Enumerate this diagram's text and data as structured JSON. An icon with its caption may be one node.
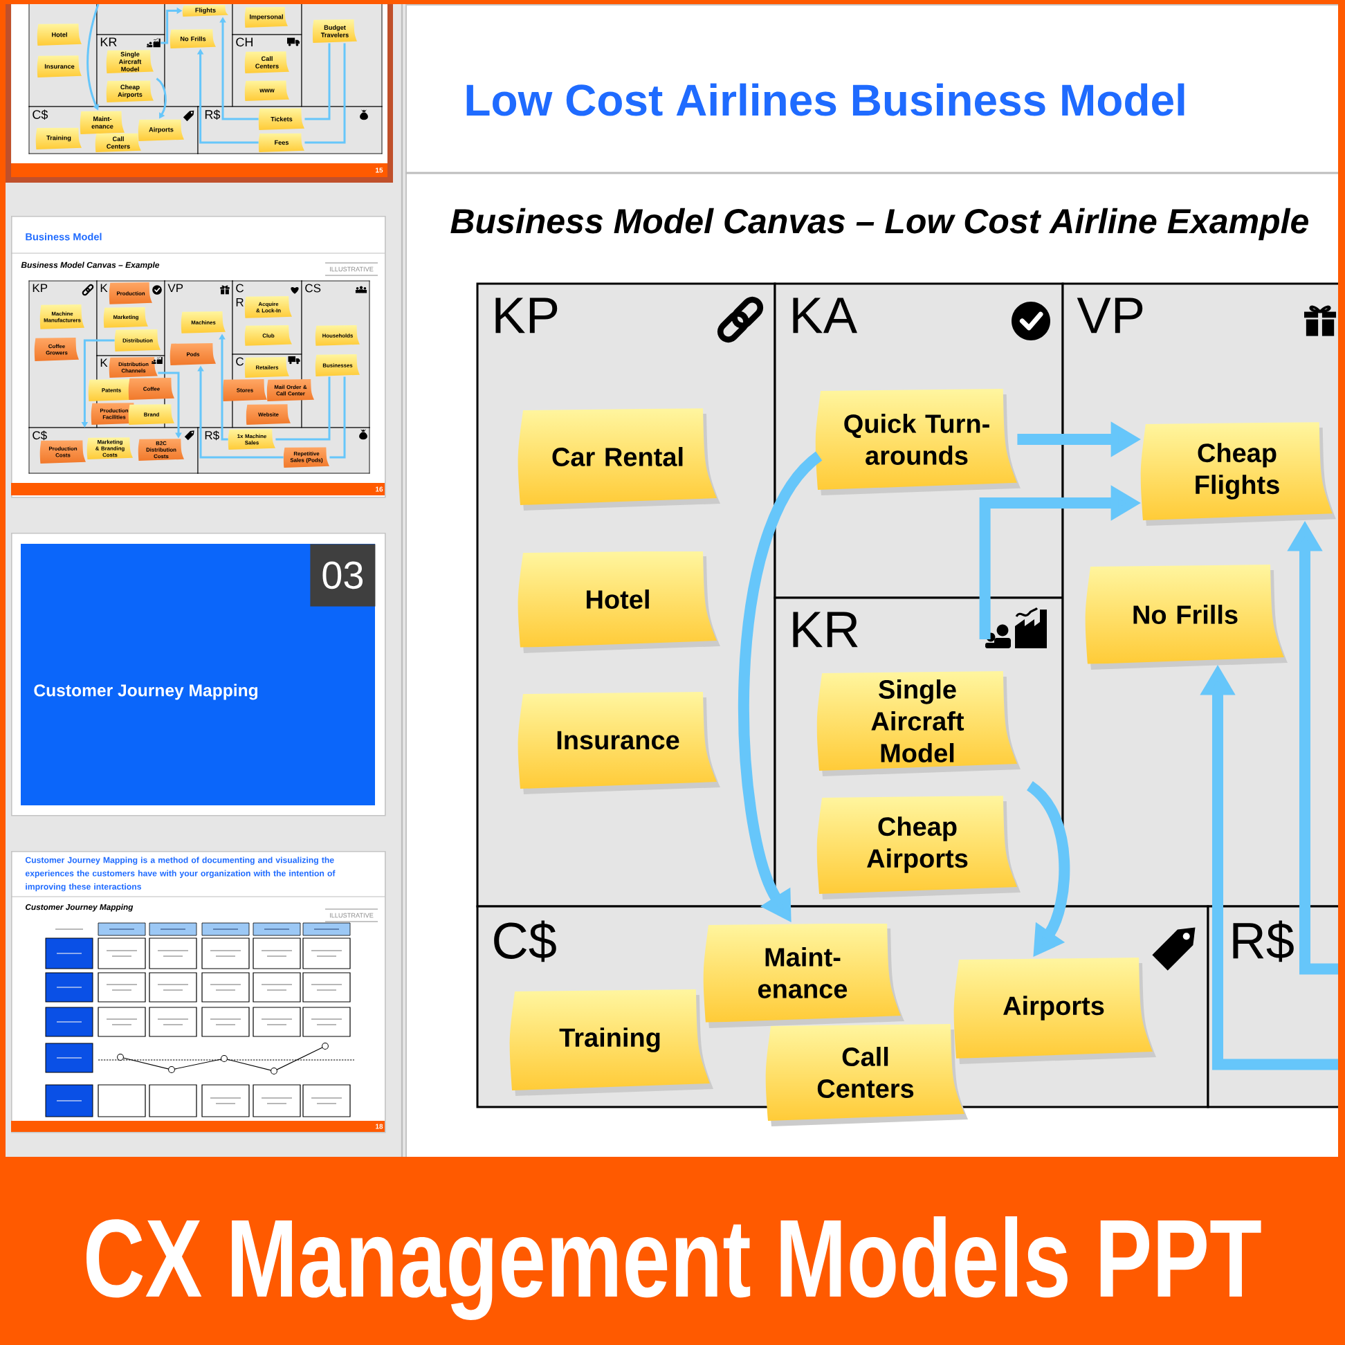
{
  "diagram": {
    "title": "CX Management Models PPT",
    "nodes": [
      {
        "text": [
          "Low Cost Airlines Business Model",
          "Business Model Canvas – Low Cost Airline Example"
        ]
      },
      {
        "text": [
          "KP"
        ],
        "in": 0
      },
      {
        "text": [
          "KA"
        ],
        "in": 0
      },
      {
        "text": [
          "KR"
        ],
        "in": 0
      },
      {
        "text": [
          "VP"
        ],
        "in": 0
      },
      {
        "text": [
          "C$"
        ],
        "in": 0
      },
      {
        "text": [
          "R$"
        ],
        "in": 0
      },
      {
        "text": [
          "Car Rental"
        ],
        "in": 1
      },
      {
        "text": [
          "Hotel"
        ],
        "in": 1
      },
      {
        "text": [
          "Insurance"
        ],
        "in": 1
      },
      {
        "text": [
          "Quick Turn- arounds"
        ],
        "in": 2
      },
      {
        "text": [
          "Cheap Flights"
        ],
        "in": 4
      },
      {
        "text": [
          "No Frills"
        ],
        "in": 4
      },
      {
        "text": [
          "Single Aircraft Model"
        ],
        "in": 3
      },
      {
        "text": [
          "Cheap Airports"
        ],
        "in": 3
      },
      {
        "text": [
          "Maint- enance"
        ],
        "in": 5
      },
      {
        "text": [
          "Training"
        ],
        "in": 5
      },
      {
        "text": [
          "Call Centers"
        ],
        "in": 5
      },
      {
        "text": [
          "Airports"
        ],
        "in": 5
      },
      {
        "text": [
          "15"
        ]
      },
      {
        "text": [],
        "shape": "box",
        "in": 19
      },
      {
        "text": [],
        "shape": "box",
        "in": 19
      },
      {
        "text": [
          "KR"
        ],
        "in": 19
      },
      {
        "text": [],
        "shape": "box",
        "in": 19
      },
      {
        "text": [],
        "shape": "box",
        "in": 19
      },
      {
        "text": [
          "CH"
        ],
        "in": 19
      },
      {
        "text": [],
        "shape": "box",
        "in": 19
      },
      {
        "text": [
          "C$"
        ],
        "in": 19
      },
      {
        "text": [
          "R$"
        ],
        "in": 19
      },
      {
        "text": [
          "Flights"
        ],
        "in": 23
      },
      {
        "text": [
          "Impersonal"
        ],
        "in": 24
      },
      {
        "text": [
          "Hotel"
        ],
        "in": 20
      },
      {
        "text": [
          "Insurance"
        ],
        "in": 20
      },
      {
        "text": [
          "Single Aircraft Model"
        ],
        "in": 22
      },
      {
        "text": [
          "Cheap Airports"
        ],
        "in": 22
      },
      {
        "text": [
          "No Frills"
        ],
        "in": 23
      },
      {
        "text": [
          "Call Centers"
        ],
        "in": 25
      },
      {
        "text": [
          "www"
        ],
        "in": 25
      },
      {
        "text": [
          "Budget Travelers"
        ],
        "in": 26
      },
      {
        "text": [
          "Maint- enance"
        ],
        "in": 27
      },
      {
        "text": [
          "Training"
        ],
        "in": 27
      },
      {
        "text": [
          "Call Centers"
        ],
        "in": 27
      },
      {
        "text": [
          "Airports"
        ],
        "in": 27
      },
      {
        "text": [
          "Tickets"
        ],
        "in": 28
      },
      {
        "text": [
          "Fees"
        ],
        "in": 28
      },
      {
        "text": [
          "Business Model",
          "Business Model Canvas – Example",
          "ILLUSTRATIVE",
          "16"
        ]
      },
      {
        "text": [
          "KP"
        ],
        "in": 45
      },
      {
        "text": [
          "K"
        ],
        "in": 45
      },
      {
        "text": [
          "K"
        ],
        "in": 45
      },
      {
        "text": [
          "VP"
        ],
        "in": 45
      },
      {
        "text": [
          "C R"
        ],
        "in": 45
      },
      {
        "text": [
          "C"
        ],
        "in": 45
      },
      {
        "text": [
          "CS"
        ],
        "in": 45
      },
      {
        "text": [
          "C$"
        ],
        "in": 45
      },
      {
        "text": [
          "R$"
        ],
        "in": 45
      },
      {
        "text": [
          "Machine Manufacturers"
        ],
        "in": 46
      },
      {
        "text": [
          "Coffee Growers"
        ],
        "in": 46
      },
      {
        "text": [
          "Production"
        ],
        "in": 47
      },
      {
        "text": [
          "Marketing"
        ],
        "in": 47
      },
      {
        "text": [
          "Distribution"
        ],
        "in": 47
      },
      {
        "text": [
          "Distribution Channels"
        ],
        "in": 48
      },
      {
        "text": [
          "Patents"
        ],
        "in": 48
      },
      {
        "text": [
          "Coffee"
        ],
        "in": 48
      },
      {
        "text": [
          "Production Facilities"
        ],
        "in": 48
      },
      {
        "text": [
          "Brand"
        ],
        "in": 48
      },
      {
        "text": [
          "Machines"
        ],
        "in": 49
      },
      {
        "text": [
          "Pods"
        ],
        "in": 49
      },
      {
        "text": [
          "Acquire & Lock-In"
        ],
        "in": 50
      },
      {
        "text": [
          "Club"
        ],
        "in": 50
      },
      {
        "text": [
          "Retailers"
        ],
        "in": 51
      },
      {
        "text": [
          "Stores"
        ],
        "in": 51
      },
      {
        "text": [
          "Mail Order & Call Center"
        ],
        "in": 45
      },
      {
        "text": [
          "Website"
        ],
        "in": 51
      },
      {
        "text": [
          "Households"
        ],
        "in": 52
      },
      {
        "text": [
          "Businesses"
        ],
        "in": 52
      },
      {
        "text": [
          "Production Costs"
        ],
        "in": 53
      },
      {
        "text": [
          "Marketing & Branding Costs"
        ],
        "in": 53
      },
      {
        "text": [
          "B2C Distribution Costs"
        ],
        "in": 53
      },
      {
        "text": [
          "1x Machine Sales"
        ],
        "in": 54
      },
      {
        "text": [
          "Repetitive Sales (Pods)"
        ],
        "in": 54
      },
      {
        "text": [
          "Customer Journey Mapping"
        ]
      },
      {
        "text": [
          "03"
        ],
        "in": 80
      },
      {
        "text": [
          "Customer Journey Mapping is a method of documenting and visualizing the experiences the customers have with your organization with the intention of improving these interactions",
          "Customer Journey Mapping",
          "ILLUSTRATIVE",
          "18"
        ]
      },
      {
        "text": [],
        "shape": "picture",
        "in": 3
      },
      {
        "text": [],
        "shape": "picture",
        "in": 22
      }
    ],
    "edges": [
      {
        "from": 10,
        "to": 11,
        "arrow": "to",
        "style": "thick"
      },
      {
        "from": 83,
        "to": 11,
        "arrow": "to",
        "style": "thick"
      },
      {
        "from": 10,
        "to": 15,
        "arrow": "to",
        "style": "thick"
      },
      {
        "from": 14,
        "to": 18,
        "arrow": "to",
        "style": "thick"
      },
      {
        "from": 6,
        "to": 12,
        "arrow": "to",
        "style": "thick"
      },
      {
        "from": 6,
        "to": 11,
        "arrow": "to",
        "style": "thick"
      },
      {
        "from": 21,
        "to": 39,
        "arrow": "to"
      },
      {
        "from": 84,
        "to": 29,
        "arrow": "to"
      },
      {
        "from": 34,
        "to": 42,
        "arrow": "to"
      },
      {
        "from": 43,
        "to": 29,
        "arrow": "to"
      },
      {
        "from": 44,
        "to": 35,
        "arrow": "to"
      },
      {
        "from": 38,
        "to": 43,
        "arrow": "none"
      },
      {
        "from": 38,
        "to": 44,
        "arrow": "none"
      },
      {
        "from": 59,
        "to": 53,
        "arrow": "to"
      },
      {
        "from": 60,
        "to": 77,
        "arrow": "to"
      },
      {
        "from": 78,
        "to": 65,
        "arrow": "to"
      },
      {
        "from": 74,
        "to": 78,
        "arrow": "none"
      },
      {
        "from": 79,
        "to": 66,
        "arrow": "to"
      },
      {
        "from": 74,
        "to": 79,
        "arrow": "none"
      }
    ]
  }
}
